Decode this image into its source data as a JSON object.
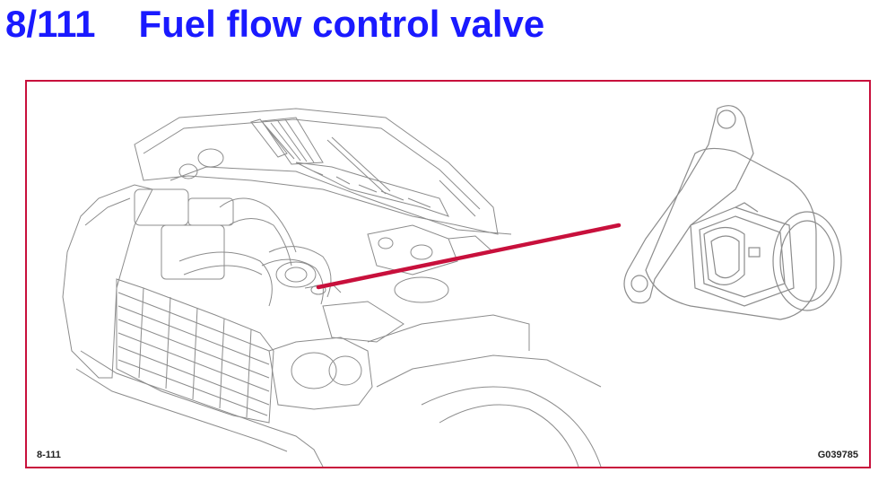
{
  "header": {
    "number": "8/111",
    "title": "Fuel flow control valve"
  },
  "figure": {
    "ref_label": "8-111",
    "image_id": "G039785",
    "drawings": {
      "left": "engine-bay-drawing",
      "right": "valve-detail-drawing"
    }
  },
  "colors": {
    "title": "#1a1aff",
    "frame": "#c8103c",
    "leader": "#c8103c",
    "line_art": "#8c8c8c"
  }
}
